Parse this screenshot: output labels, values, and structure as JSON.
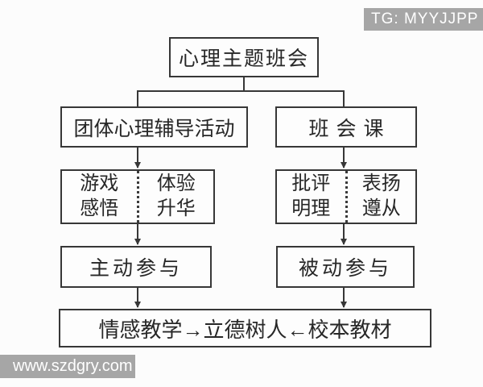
{
  "watermarks": {
    "top_right": "TG: MYYJJPP",
    "bottom_left": "www.szdgry.com"
  },
  "diagram": {
    "root": "心理主题班会",
    "branch_left": "团体心理辅导活动",
    "branch_right": "班会课",
    "process_left": {
      "left": [
        "游戏",
        "感悟"
      ],
      "right": [
        "体验",
        "升华"
      ]
    },
    "process_right": {
      "left": [
        "批评",
        "明理"
      ],
      "right": [
        "表扬",
        "遵从"
      ]
    },
    "result_left": "主动参与",
    "result_right": "被动参与",
    "bottom": "情感教学→立德树人←校本教材"
  },
  "colors": {
    "line": "#373737",
    "watermark_bg": "#a6a6a6",
    "watermark_text": "#ffffff",
    "background": "#fcfcfc"
  }
}
